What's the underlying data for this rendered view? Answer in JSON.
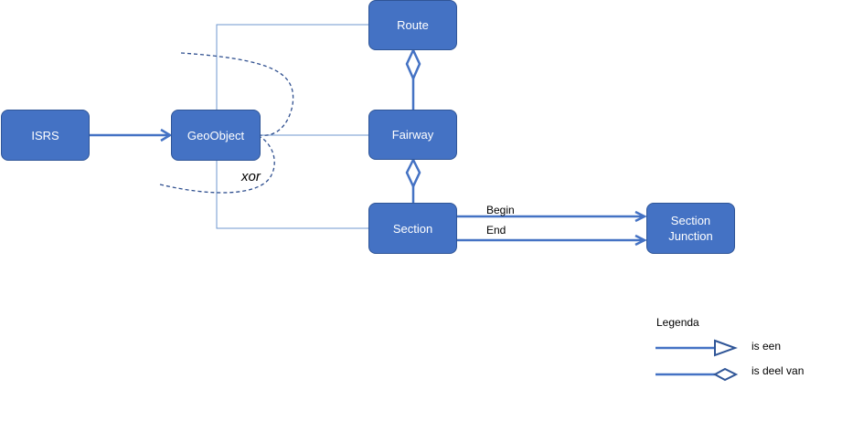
{
  "nodes": {
    "isrs": "ISRS",
    "geoobject": "GeoObject",
    "route": "Route",
    "fairway": "Fairway",
    "section": "Section",
    "section_junction": "Section\nJunction"
  },
  "edges": {
    "begin": "Begin",
    "end": "End",
    "xor": "xor"
  },
  "legend": {
    "title": "Legenda",
    "is_een": "is een",
    "is_deel_van": "is deel van"
  },
  "colors": {
    "node_fill": "#4472c4",
    "node_border": "#2f5597",
    "connector": "#4472c4",
    "thin_connector": "#6f97cf",
    "dashed": "#2f4f8f"
  }
}
